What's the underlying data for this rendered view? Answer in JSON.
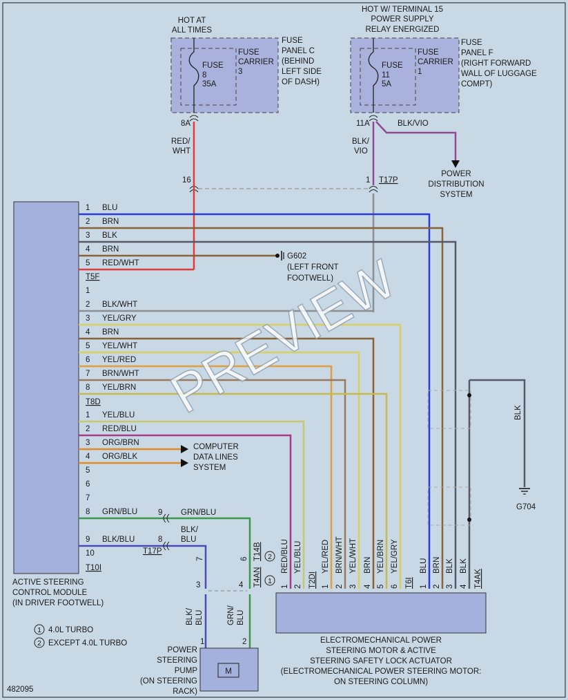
{
  "diagram_id": "482095",
  "watermark": "PREVIEW",
  "colors": {
    "background": "#c8d8e4",
    "box_fill": "#a4b1dd",
    "fuse_box_fill": "#a8b2dc",
    "RED": "#e03a3a",
    "BLU": "#2a3ad8",
    "BRN": "#8a6236",
    "BLK": "#555b66",
    "YEL": "#d8d060",
    "VIO": "#8e4a96",
    "ORG": "#e08a28",
    "GRN": "#3a9a4a",
    "GRY": "#8a8f95"
  },
  "fuse_a": {
    "heading": [
      "HOT AT",
      "ALL TIMES"
    ],
    "fuse_text": [
      "FUSE",
      "8",
      "35A"
    ],
    "carrier_text": [
      "FUSE",
      "CARRIER",
      "3"
    ],
    "panel_text": [
      "FUSE",
      "PANEL C",
      "(BEHIND",
      "LEFT SIDE",
      "OF DASH)"
    ],
    "pin": "8A",
    "wire": [
      "RED/",
      "WHT"
    ]
  },
  "fuse_b": {
    "heading": [
      "HOT W/ TERMINAL 15",
      "POWER SUPPLY",
      "RELAY ENERGIZED"
    ],
    "fuse_text": [
      "FUSE",
      "11",
      "5A"
    ],
    "carrier_text": [
      "FUSE",
      "CARRIER",
      "1"
    ],
    "panel_text": [
      "FUSE",
      "PANEL F",
      "(RIGHT FORWARD",
      "WALL OF LUGGAGE",
      "COMPT)"
    ],
    "pin": "11A",
    "wire": [
      "BLK/",
      "VIO"
    ],
    "branch_wire": "BLK/VIO",
    "destination": [
      "POWER",
      "DISTRIBUTION",
      "SYSTEM"
    ]
  },
  "connector_t17p_top": {
    "pins": [
      "16",
      "1"
    ],
    "label": "T17P"
  },
  "t5f": {
    "label": "T5F",
    "pins": [
      {
        "n": "1",
        "wire": "BLU"
      },
      {
        "n": "2",
        "wire": "BRN"
      },
      {
        "n": "3",
        "wire": "BLK"
      },
      {
        "n": "4",
        "wire": "BRN"
      },
      {
        "n": "5",
        "wire": "RED/WHT"
      }
    ]
  },
  "ground_g602": [
    "G602",
    "(LEFT FRONT",
    "FOOTWELL)"
  ],
  "t8d": {
    "label": "T8D",
    "pins": [
      {
        "n": "1",
        "wire": ""
      },
      {
        "n": "2",
        "wire": "BLK/WHT"
      },
      {
        "n": "3",
        "wire": "YEL/GRY"
      },
      {
        "n": "4",
        "wire": "BRN"
      },
      {
        "n": "5",
        "wire": "YEL/WHT"
      },
      {
        "n": "6",
        "wire": "YEL/RED"
      },
      {
        "n": "7",
        "wire": "BRN/WHT"
      },
      {
        "n": "8",
        "wire": "YEL/BRN"
      }
    ]
  },
  "t10i": {
    "label": "T10I",
    "pins": [
      {
        "n": "1",
        "wire": "YEL/BLU"
      },
      {
        "n": "2",
        "wire": "RED/BLU"
      },
      {
        "n": "3",
        "wire": "ORG/BRN"
      },
      {
        "n": "4",
        "wire": "ORG/BLK"
      },
      {
        "n": "5",
        "wire": ""
      },
      {
        "n": "6",
        "wire": ""
      },
      {
        "n": "7",
        "wire": ""
      },
      {
        "n": "8",
        "wire": "GRN/BLU"
      },
      {
        "n": "9",
        "wire": "BLK/BLU"
      },
      {
        "n": "10",
        "wire": ""
      }
    ]
  },
  "computer_data": [
    "COMPUTER",
    "DATA LINES",
    "SYSTEM"
  ],
  "t17p_bottom": {
    "label": "T17P",
    "pins": [
      "9",
      "8"
    ],
    "wires": [
      "GRN/BLU",
      "BLK/",
      "BLU"
    ]
  },
  "ground_g704": {
    "label": "G704",
    "wire": "BLK"
  },
  "module": [
    "ACTIVE STEERING",
    "CONTROL MODULE",
    "(IN DRIVER FOOTWELL)"
  ],
  "legend": [
    {
      "mark": "1",
      "text": "4.0L TURBO"
    },
    {
      "mark": "2",
      "text": "EXCEPT 4.0L TURBO"
    }
  ],
  "pump": {
    "label": [
      "POWER",
      "STEERING",
      "PUMP",
      "(ON STEERING",
      "RACK)"
    ],
    "motor": "M",
    "pin_left": "1",
    "pin_right": "2",
    "wire_left": [
      "BLK/",
      "BLU"
    ],
    "wire_right": [
      "GRN/",
      "BLU"
    ]
  },
  "t14b": {
    "label": "T14B",
    "pins": [
      "7",
      "6"
    ]
  },
  "t4an": {
    "label": "T4AN",
    "pins": [
      "3",
      "4"
    ]
  },
  "markers": {
    "one": "1",
    "two": "2"
  },
  "t2di": {
    "label": "T2DI",
    "pins": [
      {
        "n": "1",
        "wire": "RED/BLU"
      },
      {
        "n": "2",
        "wire": "YEL/BLU"
      }
    ]
  },
  "t6i": {
    "label": "T6I",
    "pins": [
      {
        "n": "1",
        "wire": "YEL/RED"
      },
      {
        "n": "2",
        "wire": "BRN/WHT"
      },
      {
        "n": "3",
        "wire": "YEL/WHT"
      },
      {
        "n": "4",
        "wire": "BRN"
      },
      {
        "n": "5",
        "wire": "YEL/BRN"
      },
      {
        "n": "6",
        "wire": "YEL/GRY"
      }
    ]
  },
  "t4ak": {
    "label": "T4AK",
    "pins": [
      {
        "n": "1",
        "wire": "BLU"
      },
      {
        "n": "2",
        "wire": "BRN"
      },
      {
        "n": "3",
        "wire": "BLK"
      },
      {
        "n": "4",
        "wire": "BLK"
      }
    ]
  },
  "actuator": [
    "ELECTROMECHANICAL POWER",
    "STEERING MOTOR & ACTIVE",
    "STEERING SAFETY LOCK ACTUATOR",
    "(ELECTROMECHANICAL POWER STEERING MOTOR:",
    "ON STEERING COLUMN)"
  ]
}
